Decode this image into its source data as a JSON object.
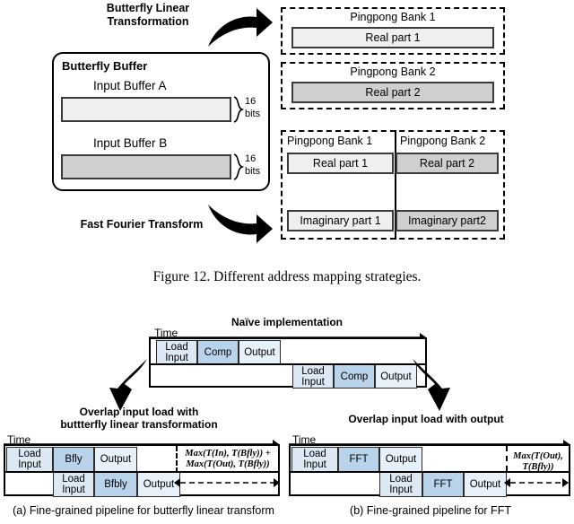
{
  "figure_top": {
    "arrow_top_label": "Butterfly Linear Transformation",
    "arrow_top_line1": "Butterfly Linear",
    "arrow_top_line2": "Transformation",
    "arrow_bottom_label": "Fast Fourier Transform",
    "buffer": {
      "title": "Butterfly Buffer",
      "input_a_label": "Input  Buffer A",
      "input_b_label": "Input  Buffer B",
      "bits_value": "16",
      "bits_unit": "bits"
    },
    "mapping_a": {
      "bank1_title": "Pingpong Bank 1",
      "bank1_cell": "Real part 1",
      "bank2_title": "Pingpong Bank 2",
      "bank2_cell": "Real part 2"
    },
    "mapping_b": {
      "bank1_title": "Pingpong Bank 1",
      "bank2_title": "Pingpong Bank 2",
      "real1": "Real part 1",
      "real2": "Real part 2",
      "imag1": "Imaginary part 1",
      "imag2": "Imaginary part2"
    }
  },
  "figure_caption": "Figure 12.   Different address mapping strategies.",
  "naive": {
    "title": "Naïve implementation",
    "time_label": "Time",
    "row1": [
      {
        "label_line1": "Load",
        "label_line2": "Input",
        "kind": "load"
      },
      {
        "label_line1": "Comp",
        "label_line2": "",
        "kind": "comp"
      },
      {
        "label_line1": "Output",
        "label_line2": "",
        "kind": "out"
      }
    ],
    "row2": [
      {
        "label_line1": "Load",
        "label_line2": "Input",
        "kind": "load"
      },
      {
        "label_line1": "Comp",
        "label_line2": "",
        "kind": "comp"
      },
      {
        "label_line1": "Output",
        "label_line2": "",
        "kind": "out"
      }
    ]
  },
  "panel_a": {
    "title_line1": "Overlap input load with",
    "title_line2": "buttterfly linear transformation",
    "time_label": "Time",
    "row1": [
      {
        "label_line1": "Load",
        "label_line2": "Input",
        "kind": "load"
      },
      {
        "label_line1": "Bfly",
        "label_line2": "",
        "kind": "comp"
      },
      {
        "label_line1": "Output",
        "label_line2": "",
        "kind": "out"
      }
    ],
    "row2": [
      {
        "label_line1": "Load",
        "label_line2": "Input",
        "kind": "load"
      },
      {
        "label_line1": "Bfbly",
        "label_line2": "",
        "kind": "comp"
      },
      {
        "label_line1": "Output",
        "label_line2": "",
        "kind": "out"
      }
    ],
    "math_line1": "Max(T(In), T(Bfly)) +",
    "math_line2": "Max(T(Out), T(Bfly))",
    "caption": "(a) Fine-grained pipeline for butterfly linear transform"
  },
  "panel_b": {
    "title_line1": "Overlap input load with output",
    "title_line2": "",
    "time_label": "Time",
    "row1": [
      {
        "label_line1": "Load",
        "label_line2": "Input",
        "kind": "load"
      },
      {
        "label_line1": "FFT",
        "label_line2": "",
        "kind": "comp"
      },
      {
        "label_line1": "Output",
        "label_line2": "",
        "kind": "out"
      }
    ],
    "row2": [
      {
        "label_line1": "Load",
        "label_line2": "Input",
        "kind": "load"
      },
      {
        "label_line1": "FFT",
        "label_line2": "",
        "kind": "comp"
      },
      {
        "label_line1": "Output",
        "label_line2": "",
        "kind": "out"
      }
    ],
    "math_line1": "Max(T(Out),",
    "math_line2": "T(Bfly))",
    "caption": "(b) Fine-grained pipeline for FFT"
  },
  "colors": {
    "load": "#dce9f5",
    "comp": "#b9d4ea",
    "output": "#e7f1f9",
    "bar_light": "#efefef",
    "bar_dark": "#cfcfcf",
    "stroke": "#000000"
  }
}
